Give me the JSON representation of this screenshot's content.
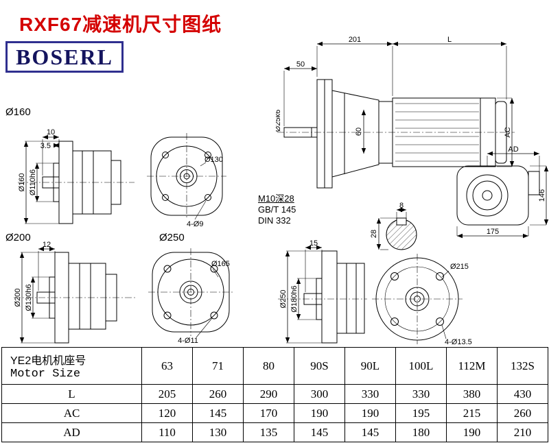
{
  "page": {
    "title": "RXF67减速机尺寸图纸",
    "logo": "BOSERL"
  },
  "main_view": {
    "dim_201": "201",
    "dim_L": "L",
    "dim_50": "50",
    "dim_shaft": "Ø25k6",
    "dim_60": "60",
    "dim_AC": "AC",
    "note1": "M10深28",
    "note2": "GB/T 145",
    "note3": "DIN 332"
  },
  "flange160": {
    "label": "Ø160",
    "dim_10": "10",
    "dim_3_5": "3.5",
    "dim_outer": "Ø160",
    "dim_spigot": "Ø110h6",
    "dim_bolt_circle": "Ø130",
    "dim_holes": "4-Ø9"
  },
  "keyway": {
    "dim_width": "8",
    "dim_height": "28"
  },
  "motor_view": {
    "dim_AD": "AD",
    "dim_146": "146",
    "dim_175": "175"
  },
  "flange200": {
    "label": "Ø200",
    "dim_12": "12",
    "dim_outer": "Ø200",
    "dim_spigot": "Ø130h6",
    "dim_bolt_circle": "Ø165",
    "dim_holes": "4-Ø11"
  },
  "flange250": {
    "label": "Ø250",
    "dim_15": "15",
    "dim_outer": "Ø250",
    "dim_spigot": "Ø180h6",
    "dim_bolt_circle": "Ø215",
    "dim_holes": "4-Ø13.5"
  },
  "table": {
    "header_cn": "YE2电机机座号",
    "header_en": "Motor Size",
    "sizes": [
      "63",
      "71",
      "80",
      "90S",
      "90L",
      "100L",
      "112M",
      "132S"
    ],
    "rows": [
      {
        "label": "L",
        "values": [
          "205",
          "260",
          "290",
          "300",
          "330",
          "330",
          "380",
          "430"
        ]
      },
      {
        "label": "AC",
        "values": [
          "120",
          "145",
          "170",
          "190",
          "190",
          "195",
          "215",
          "260"
        ]
      },
      {
        "label": "AD",
        "values": [
          "110",
          "130",
          "135",
          "145",
          "145",
          "180",
          "190",
          "210"
        ]
      }
    ]
  }
}
